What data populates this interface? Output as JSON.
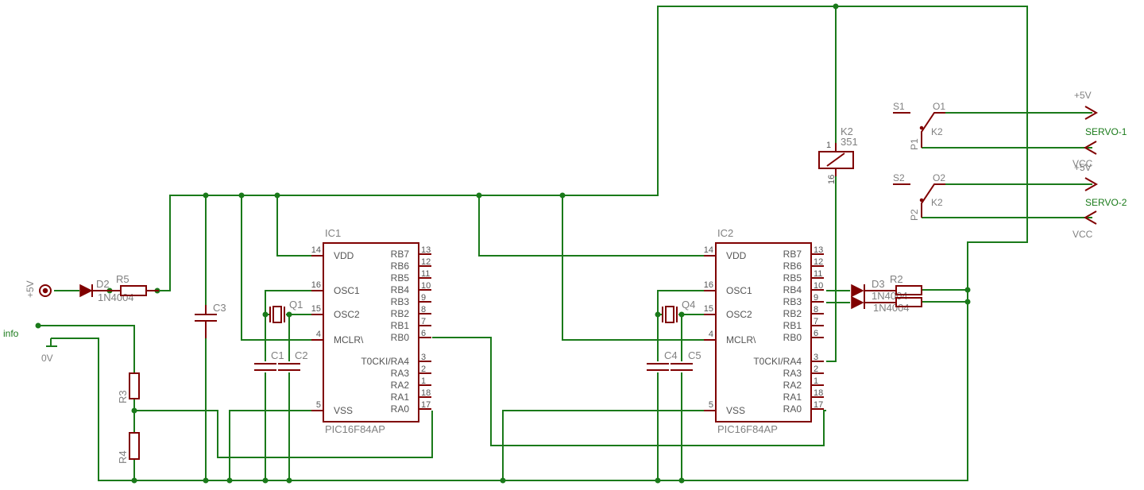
{
  "labels": {
    "ic1_name": "IC1",
    "ic1_value": "PIC16F84AP",
    "ic2_name": "IC2",
    "ic2_value": "PIC16F84AP",
    "d2_name": "D2",
    "d2_value": "1N4004",
    "d3_name": "D3",
    "d3_value": "1N4004",
    "d4_value": "1N4004",
    "r5": "R5",
    "r2": "R2",
    "r3": "R3",
    "r4": "R4",
    "c1": "C1",
    "c2": "C2",
    "c3": "C3",
    "c4": "C4",
    "c5": "C5",
    "q1": "Q1",
    "q4": "Q4",
    "k2_name": "K2",
    "k2_value": "351",
    "k2_pin1": "1",
    "k2_pin16": "16",
    "plus5v_supply": "+5V",
    "info": "info",
    "zero_v": "0V",
    "s1": "S1",
    "o1": "O1",
    "p1": "P1",
    "k2_contact1": "K2",
    "s2": "S2",
    "o2": "O2",
    "p2": "P2",
    "k2_contact2": "K2",
    "servo1": "SERVO-1",
    "servo1_plus5v": "+5V",
    "servo1_vcc": "VCC",
    "servo2": "SERVO-2",
    "servo2_plus5v": "+5V",
    "servo2_vcc": "VCC"
  },
  "pic_left_pins": [
    {
      "num": "14",
      "name": "VDD"
    },
    {
      "num": "16",
      "name": "OSC1"
    },
    {
      "num": "15",
      "name": "OSC2"
    },
    {
      "num": "4",
      "name": "MCLR\\"
    },
    {
      "num": "5",
      "name": "VSS"
    }
  ],
  "pic_right_pins": [
    {
      "num": "13",
      "name": "RB7"
    },
    {
      "num": "12",
      "name": "RB6"
    },
    {
      "num": "11",
      "name": "RB5"
    },
    {
      "num": "10",
      "name": "RB4"
    },
    {
      "num": "9",
      "name": "RB3"
    },
    {
      "num": "8",
      "name": "RB2"
    },
    {
      "num": "7",
      "name": "RB1"
    },
    {
      "num": "6",
      "name": "RB0"
    },
    {
      "num": "3",
      "name": "T0CKI/RA4"
    },
    {
      "num": "2",
      "name": "RA3"
    },
    {
      "num": "1",
      "name": "RA2"
    },
    {
      "num": "18",
      "name": "RA1"
    },
    {
      "num": "17",
      "name": "RA0"
    }
  ],
  "colors": {
    "wire": "#1a7a1a",
    "device": "#800000",
    "label_gray": "#808080",
    "pin_text": "#555555"
  }
}
